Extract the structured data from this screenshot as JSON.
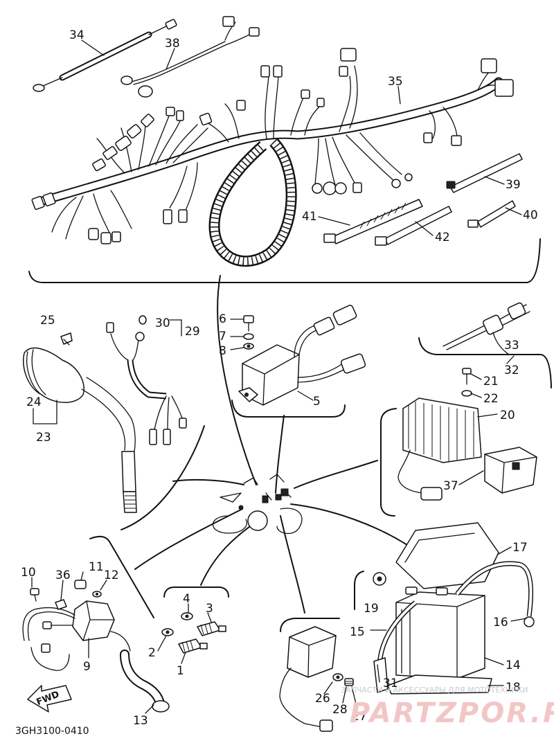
{
  "diagram_code": "3GH3100-0410",
  "watermark": {
    "caption": "ЗАПЧАСТИ И АКСЕССУАРЫ ДЛЯ МОТОТЕХНИКИ",
    "site": "PARTZPOR.RU"
  },
  "direction_arrow": "FWD",
  "callouts": {
    "p1": "1",
    "p2": "2",
    "p3": "3",
    "p4": "4",
    "p5": "5",
    "p6": "6",
    "p7": "7",
    "p8": "8",
    "p9": "9",
    "p10": "10",
    "p11": "11",
    "p12": "12",
    "p13": "13",
    "p14": "14",
    "p15": "15",
    "p16": "16",
    "p17": "17",
    "p18": "18",
    "p19": "19",
    "p20": "20",
    "p21": "21",
    "p22": "22",
    "p23": "23",
    "p24": "24",
    "p25": "25",
    "p26": "26",
    "p27": "27",
    "p28": "28",
    "p29": "29",
    "p30": "30",
    "p31": "31",
    "p32": "32",
    "p33": "33",
    "p34": "34",
    "p35": "35",
    "p36": "36",
    "p37": "37",
    "p38": "38",
    "p39": "39",
    "p40": "40",
    "p41": "41",
    "p42": "42"
  }
}
